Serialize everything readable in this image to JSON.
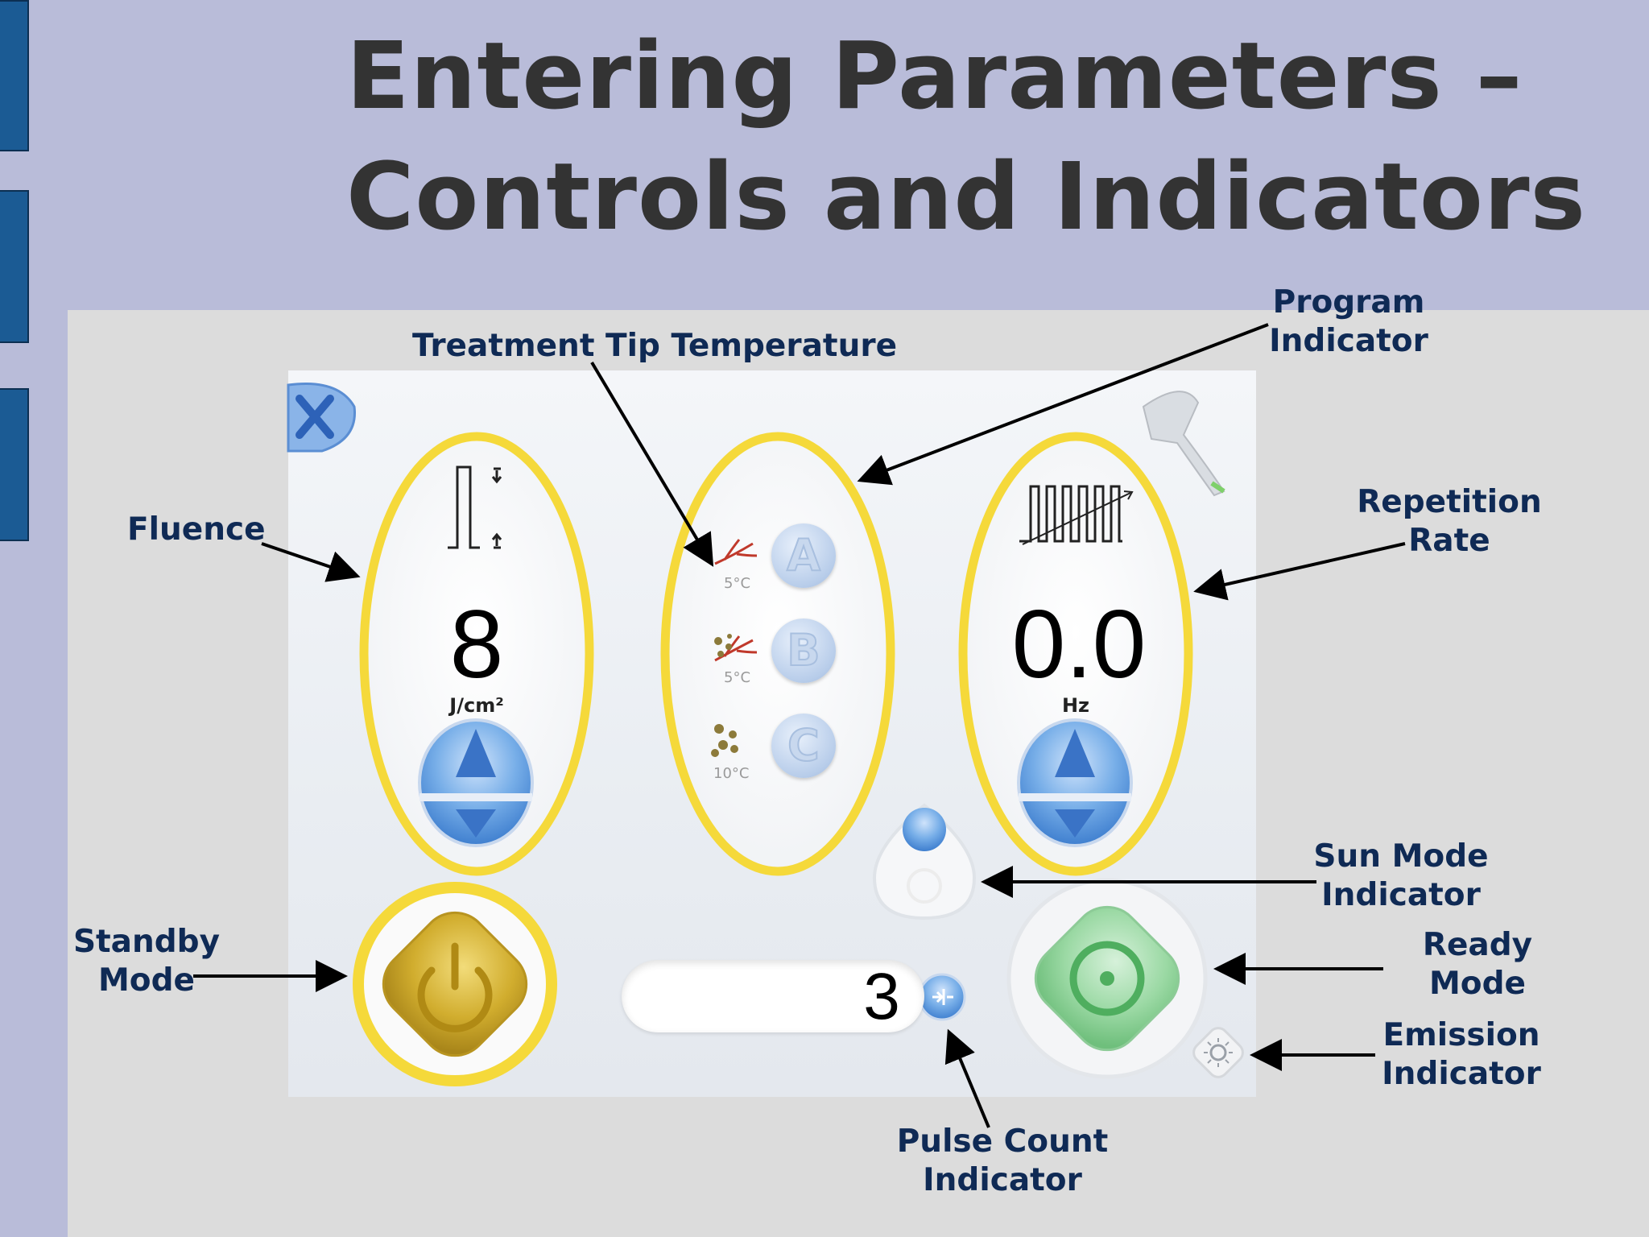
{
  "slide": {
    "title_line1": "Entering Parameters –",
    "title_line2": "Controls and Indicators"
  },
  "callouts": {
    "treatment_tip_temperature": "Treatment Tip Temperature",
    "program_indicator_1": "Program",
    "program_indicator_2": "Indicator",
    "fluence": "Fluence",
    "repetition_rate_1": "Repetition",
    "repetition_rate_2": "Rate",
    "sun_mode_1": "Sun Mode",
    "sun_mode_2": "Indicator",
    "standby_1": "Standby",
    "standby_2": "Mode",
    "ready_1": "Ready",
    "ready_2": "Mode",
    "emission_1": "Emission",
    "emission_2": "Indicator",
    "pulse_count_1": "Pulse Count",
    "pulse_count_2": "Indicator"
  },
  "device": {
    "fluence_value": "8",
    "fluence_unit": "J/cm²",
    "rate_value": "0.0",
    "rate_unit": "Hz",
    "pulse_count": "3",
    "programs": [
      {
        "letter": "A",
        "temp": "5°C"
      },
      {
        "letter": "B",
        "temp": "5°C"
      },
      {
        "letter": "C",
        "temp": "10°C"
      }
    ]
  },
  "colors": {
    "ring_yellow": "#f5d93a",
    "ready_green": "#8fd39a",
    "standby_gold": "#c9a422",
    "arrow_blue": "#4f8fdc"
  }
}
